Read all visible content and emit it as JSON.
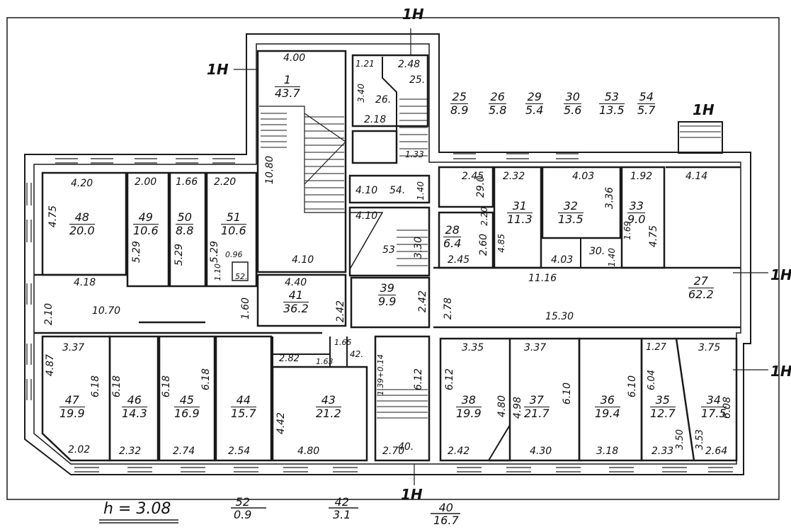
{
  "rooms": [
    {
      "id": "1",
      "num": "1",
      "area": "43.7"
    },
    {
      "id": "25",
      "num": "25",
      "area": "8.9"
    },
    {
      "id": "26",
      "num": "26",
      "area": "5.8"
    },
    {
      "id": "29",
      "num": "29",
      "area": "5.4"
    },
    {
      "id": "30",
      "num": "30",
      "area": "5.6"
    },
    {
      "id": "53",
      "num": "53",
      "area": "13.5"
    },
    {
      "id": "54",
      "num": "54",
      "area": "5.7"
    },
    {
      "id": "48",
      "num": "48",
      "area": "20.0"
    },
    {
      "id": "49",
      "num": "49",
      "area": "10.6"
    },
    {
      "id": "50",
      "num": "50",
      "area": "8.8"
    },
    {
      "id": "51",
      "num": "51",
      "area": "10.6"
    },
    {
      "id": "41",
      "num": "41",
      "area": "36.2"
    },
    {
      "id": "39",
      "num": "39",
      "area": "9.9"
    },
    {
      "id": "28",
      "num": "28",
      "area": "6.4"
    },
    {
      "id": "31",
      "num": "31",
      "area": "11.3"
    },
    {
      "id": "32",
      "num": "32",
      "area": "13.5"
    },
    {
      "id": "33",
      "num": "33",
      "area": "9.0"
    },
    {
      "id": "27",
      "num": "27",
      "area": "62.2"
    },
    {
      "id": "47",
      "num": "47",
      "area": "19.9"
    },
    {
      "id": "46",
      "num": "46",
      "area": "14.3"
    },
    {
      "id": "45",
      "num": "45",
      "area": "16.9"
    },
    {
      "id": "44",
      "num": "44",
      "area": "15.7"
    },
    {
      "id": "43",
      "num": "43",
      "area": "21.2"
    },
    {
      "id": "38",
      "num": "38",
      "area": "19.9"
    },
    {
      "id": "37",
      "num": "37",
      "area": "21.7"
    },
    {
      "id": "36",
      "num": "36",
      "area": "19.4"
    },
    {
      "id": "35",
      "num": "35",
      "area": "12.7"
    },
    {
      "id": "34",
      "num": "34",
      "area": "17.5"
    },
    {
      "id": "f52",
      "num": "52",
      "area": "0.9"
    },
    {
      "id": "f42",
      "num": "42",
      "area": "3.1"
    },
    {
      "id": "f40",
      "num": "40",
      "area": "16.7"
    }
  ],
  "plain_labels": {
    "r26": "26.",
    "r25": "25.",
    "r54": "54.",
    "r53": "53",
    "r52": "52.",
    "r42": "42.",
    "r40": "40.",
    "r29": "29.0",
    "r30": "30."
  },
  "dims": {
    "d400": "4.00",
    "d248": "2.48",
    "d121": "1.21",
    "d340": "3.40",
    "d218": "2.18",
    "d133": "1.33",
    "d1080": "10.80",
    "d410a": "4.10",
    "d410b": "4.10",
    "d410c": "4.10",
    "d140": "1.40",
    "d330": "3.30",
    "d245a": "2.45",
    "d220": "2.20",
    "d232a": "2.32",
    "d403a": "4.03",
    "d192": "1.92",
    "d414": "4.14",
    "d336": "3.36",
    "d169": "1.69",
    "d475b": "4.75",
    "d485": "4.85",
    "d403b": "4.03",
    "d140b": "1.40",
    "d1116": "11.16",
    "d260": "2.60",
    "d245b": "2.45",
    "d278": "2.78",
    "d242a": "2.42",
    "d242b": "2.42",
    "d1530": "15.30",
    "d420": "4.20",
    "d200": "2.00",
    "d166": "1.66",
    "d220b": "2.20",
    "d475a": "4.75",
    "d529a": "5.29",
    "d529b": "5.29",
    "d529c": "5.29",
    "d110": "1.10",
    "d096": "0.96",
    "d418": "4.18",
    "d210": "2.10",
    "d160": "1.60",
    "d440": "4.40",
    "d1070": "10.70",
    "d337a": "3.37",
    "d487": "4.87",
    "d618a": "6.18",
    "d618b": "6.18",
    "d618c": "6.18",
    "d618d": "6.18",
    "d282": "2.82",
    "d163": "1.63",
    "d165": "1.65",
    "d442": "4.42",
    "d202": "2.02",
    "d232b": "2.32",
    "d274": "2.74",
    "d254": "2.54",
    "d480a": "4.80",
    "d139": "1.39+0.14",
    "d612a": "6.12",
    "d270": "2.70",
    "d335": "3.35",
    "d337b": "3.37",
    "d127": "1.27",
    "d375": "3.75",
    "d612b": "6.12",
    "d480b": "4.80",
    "d498": "4.98",
    "d610a": "6.10",
    "d610b": "6.10",
    "d604": "6.04",
    "d608": "6.08",
    "d350": "3.50",
    "d353": "3.53",
    "d242c": "2.42",
    "d430": "4.30",
    "d318": "3.18",
    "d233": "2.33",
    "d264": "2.64"
  },
  "entrance_label": "1H",
  "height_label": "h = 3.08"
}
